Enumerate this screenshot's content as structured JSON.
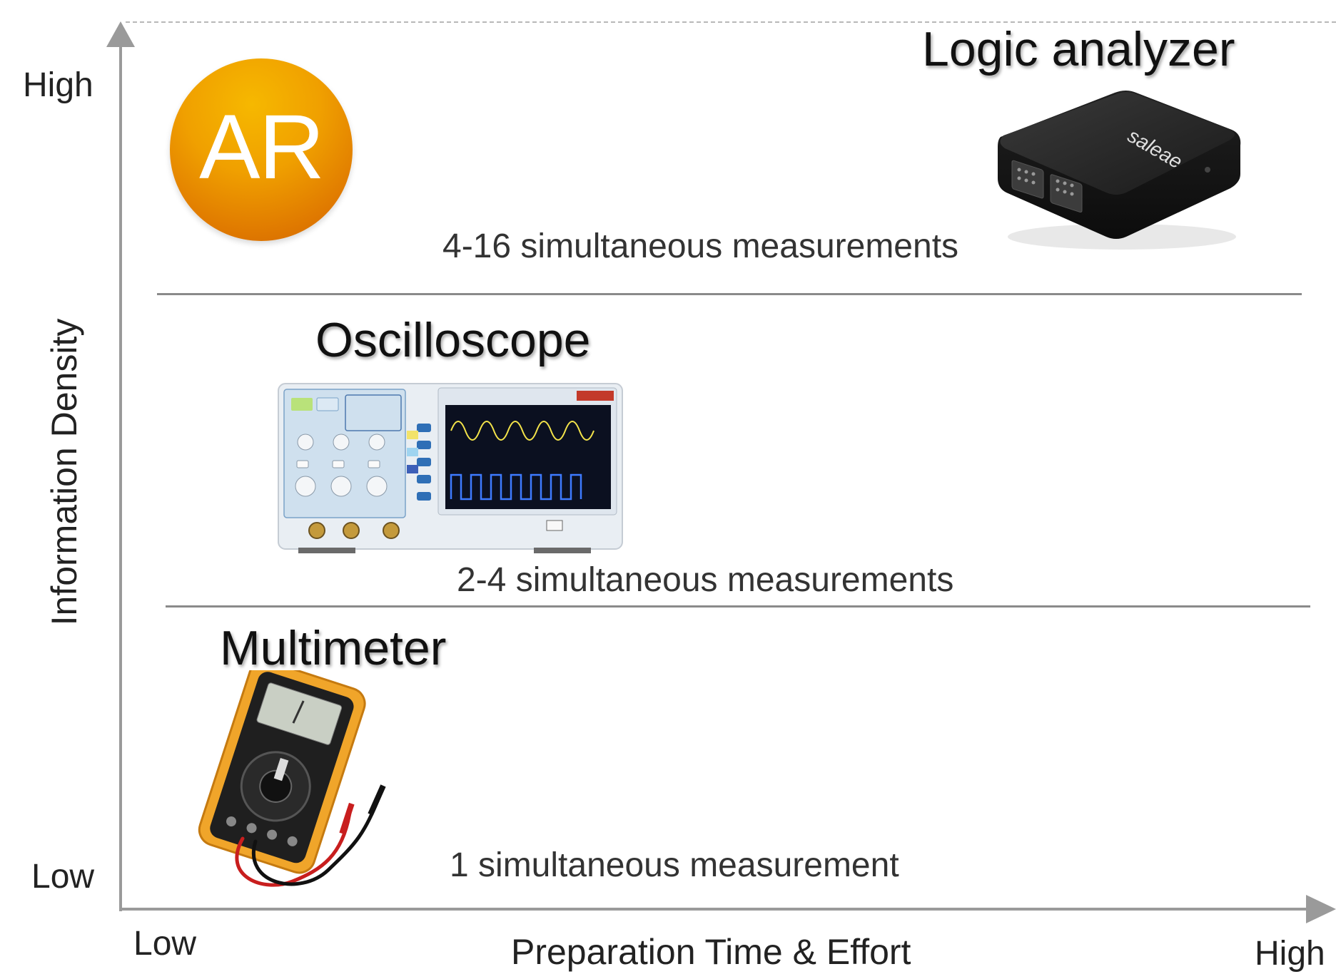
{
  "axes": {
    "y_title": "Information Density",
    "y_high": "High",
    "y_low": "Low",
    "x_title": "Preparation Time & Effort",
    "x_low": "Low",
    "x_high": "High"
  },
  "badge": {
    "text": "AR",
    "color": "#f0a000"
  },
  "instruments": {
    "logic_analyzer": {
      "title": "Logic analyzer",
      "measurements": "4-16 simultaneous measurements",
      "brand_mark": "saleae"
    },
    "oscilloscope": {
      "title": "Oscilloscope",
      "measurements": "2-4 simultaneous measurements"
    },
    "multimeter": {
      "title": "Multimeter",
      "measurements": "1 simultaneous measurement"
    }
  },
  "colors": {
    "axis": "#9a9a9a",
    "separator": "#8a8a8a",
    "badge_orange": "#f0a000"
  }
}
